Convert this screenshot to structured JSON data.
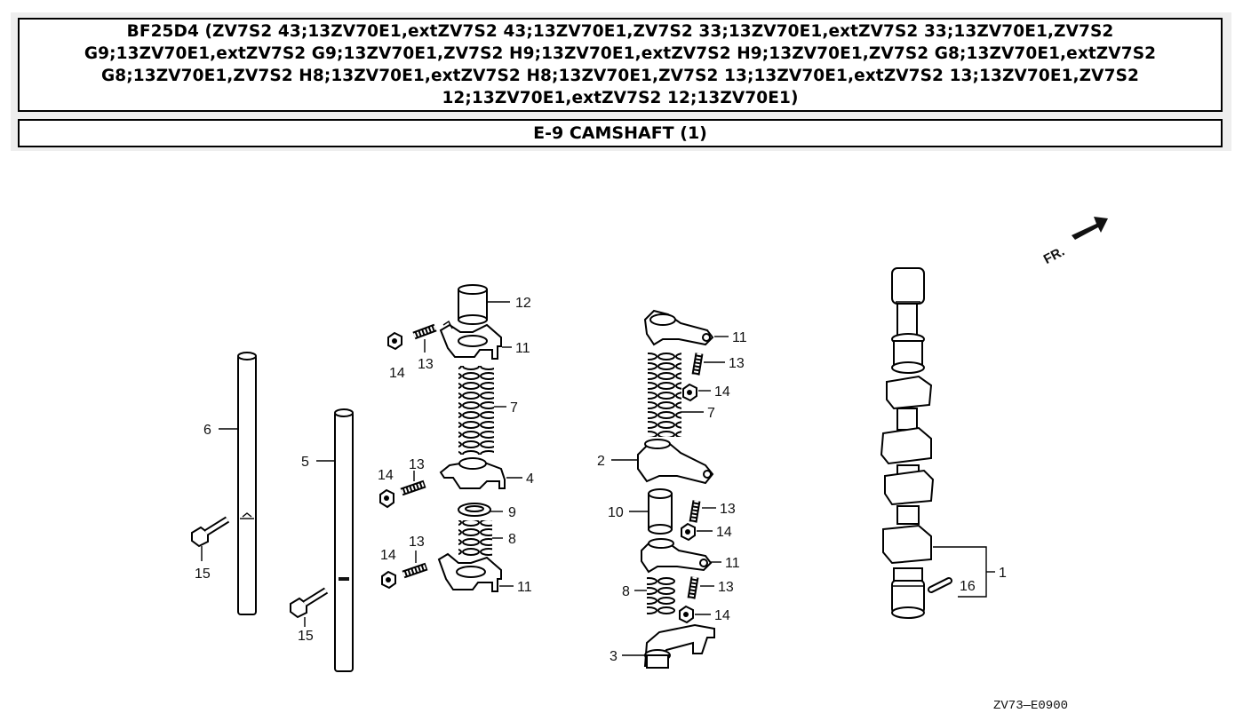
{
  "header": {
    "title": "BF25D4 (ZV7S2 43;13ZV70E1,extZV7S2 43;13ZV70E1,ZV7S2 33;13ZV70E1,extZV7S2 33;13ZV70E1,ZV7S2 G9;13ZV70E1,extZV7S2 G9;13ZV70E1,ZV7S2 H9;13ZV70E1,extZV7S2 H9;13ZV70E1,ZV7S2 G8;13ZV70E1,extZV7S2 G8;13ZV70E1,ZV7S2 H8;13ZV70E1,extZV7S2 H8;13ZV70E1,ZV7S2 13;13ZV70E1,extZV7S2 13;13ZV70E1,ZV7S2 12;13ZV70E1,extZV7S2 12;13ZV70E1)",
    "section": "E-9 CAMSHAFT (1)"
  },
  "diagram": {
    "direction_label": "FR.",
    "drawing_code": "ZV73—E0900",
    "callouts": {
      "p1": "1",
      "p2": "2",
      "p3": "3",
      "p4": "4",
      "p5": "5",
      "p6": "6",
      "p7a": "7",
      "p7b": "7",
      "p8a": "8",
      "p8b": "8",
      "p9": "9",
      "p10": "10",
      "p11a": "11",
      "p11b": "11",
      "p11c": "11",
      "p11d": "11",
      "p12": "12",
      "p13a": "13",
      "p13b": "13",
      "p13c": "13",
      "p13d": "13",
      "p13e": "13",
      "p13f": "13",
      "p14a": "14",
      "p14b": "14",
      "p14c": "14",
      "p14d": "14",
      "p14e": "14",
      "p14f": "14",
      "p15a": "15",
      "p15b": "15",
      "p16": "16"
    }
  }
}
